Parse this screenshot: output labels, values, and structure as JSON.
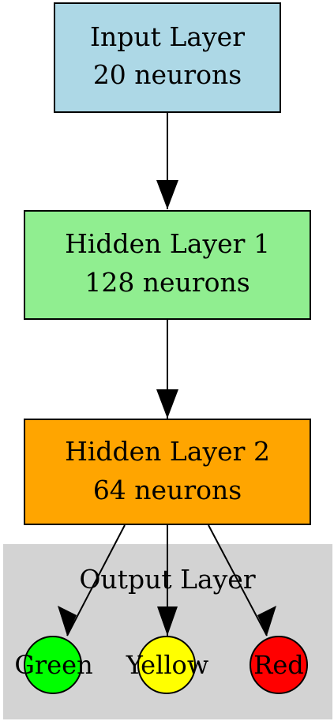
{
  "nodes": {
    "input": {
      "line1": "Input Layer",
      "line2": "20 neurons",
      "fill": "#add8e6"
    },
    "hidden1": {
      "line1": "Hidden Layer 1",
      "line2": "128 neurons",
      "fill": "#90ee90"
    },
    "hidden2": {
      "line1": "Hidden Layer 2",
      "line2": "64 neurons",
      "fill": "#ffa500"
    }
  },
  "output_cluster": {
    "label": "Output Layer",
    "fill": "#d3d3d3",
    "classes": [
      {
        "label": "Green",
        "fill": "#00ff00"
      },
      {
        "label": "Yellow",
        "fill": "#ffff00"
      },
      {
        "label": "Red",
        "fill": "#ff0000"
      }
    ]
  },
  "edges": [
    {
      "from": "input",
      "to": "hidden1"
    },
    {
      "from": "hidden1",
      "to": "hidden2"
    },
    {
      "from": "hidden2",
      "to": "Green"
    },
    {
      "from": "hidden2",
      "to": "Yellow"
    },
    {
      "from": "hidden2",
      "to": "Red"
    }
  ]
}
